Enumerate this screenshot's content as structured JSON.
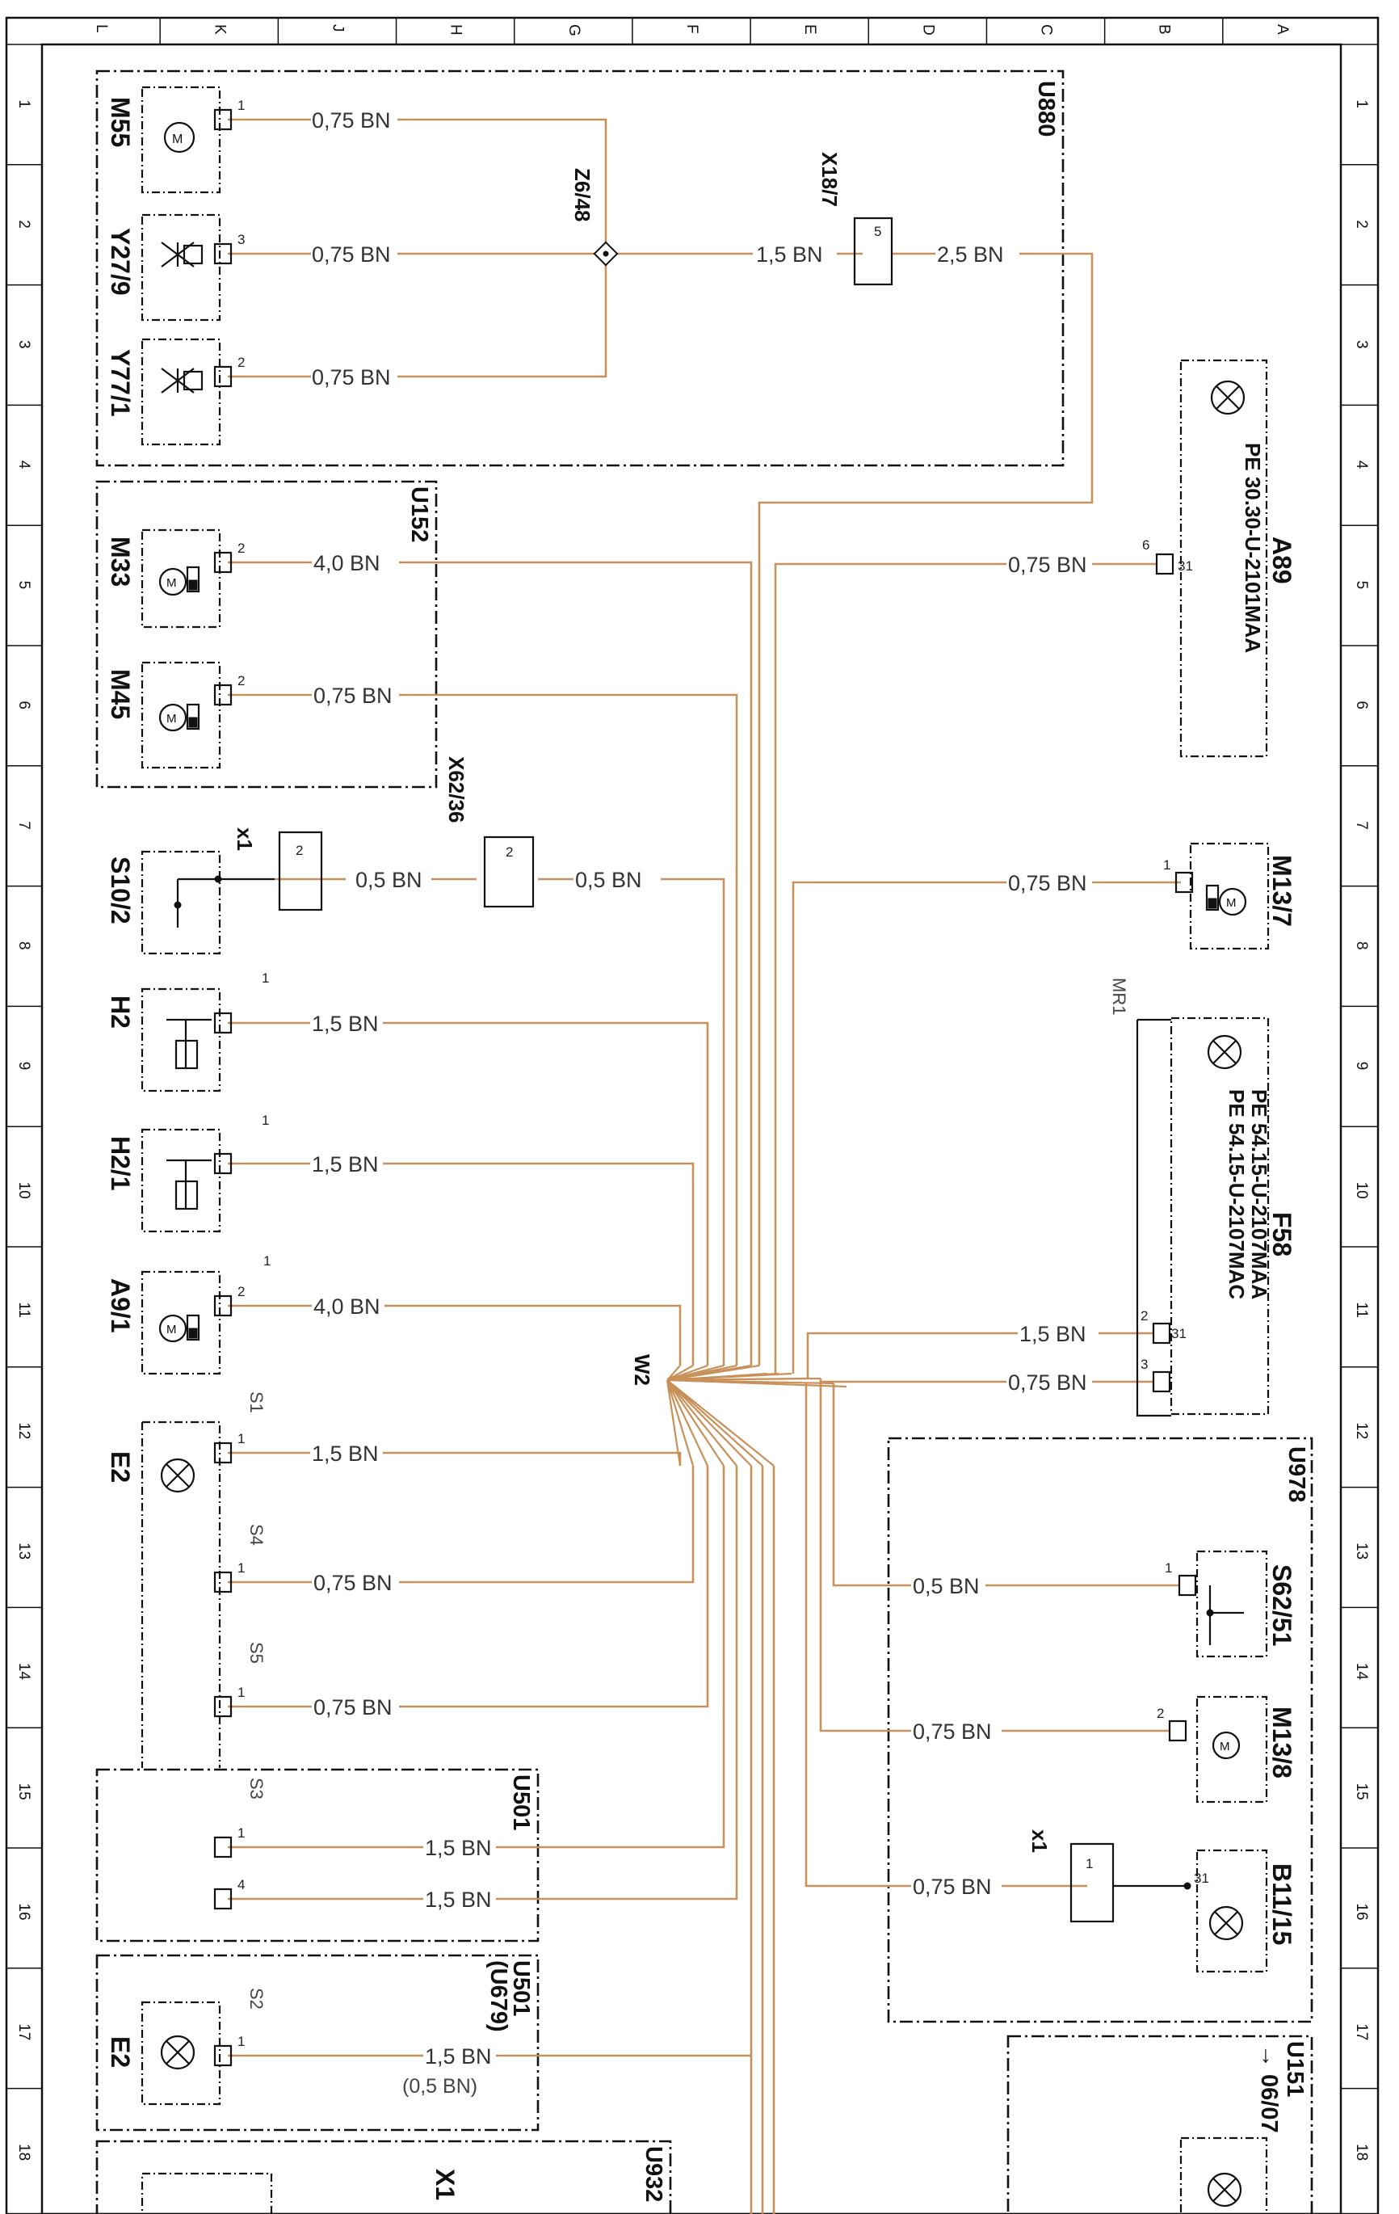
{
  "sheet": {
    "columns": [
      "L",
      "K",
      "J",
      "H",
      "G",
      "F",
      "E",
      "D",
      "C",
      "B",
      "A"
    ],
    "rows": [
      "1",
      "2",
      "3",
      "4",
      "5",
      "6",
      "7",
      "8",
      "9",
      "10",
      "11",
      "12",
      "13",
      "14",
      "15",
      "16",
      "17",
      "18"
    ]
  },
  "boxes": {
    "u880": "U880",
    "u152": "U152",
    "u978": "U978",
    "u501_a": "U501",
    "u501_b": "U501",
    "u501_b_alt": "(U679)",
    "u932": "U932",
    "u151": "U151",
    "u151_ref": "→ 06/07"
  },
  "components": {
    "m55": "M55",
    "y27_9": "Y27/9",
    "y77_1": "Y77/1",
    "m33": "M33",
    "m45": "M45",
    "s10_2": "S10/2",
    "h2": "H2",
    "h2_1": "H2/1",
    "a9_1": "A9/1",
    "e2_a": "E2",
    "e2_b": "E2",
    "x1_bottom": "X1",
    "a89": "A89",
    "a89_code": "PE  30.30-U-2101MAA",
    "m13_7": "M13/7",
    "f58": "F58",
    "f58_code1": "PE  54.15-U-2107MAA",
    "f58_code2": "PE  54.15-U-2107MAC",
    "s62_51": "S62/51",
    "m13_8": "M13/8",
    "b11_15": "B11/15"
  },
  "connectors": {
    "z6_48": "Z6/48",
    "x18_7": "X18/7",
    "x62_36": "X62/36",
    "x1_left": "x1",
    "x1_right": "x1",
    "w2": "W2",
    "mr1": "MR1"
  },
  "switch_labels": {
    "s1": "S1",
    "s2": "S2",
    "s3": "S3",
    "s4": "S4",
    "s5": "S5"
  },
  "pins": {
    "m55": "1",
    "y27_9": "3",
    "y77_1": "2",
    "x18_7": "5",
    "m33": "2",
    "m45": "2",
    "x1_left": "2",
    "x62_36": "2",
    "h2": "1",
    "h2_1": "1",
    "a9_1_outer": "1",
    "a9_1_inner": "2",
    "e2_s1": "1",
    "s4": "1",
    "s5": "1",
    "s3_a": "1",
    "s3_b": "4",
    "e2_s2": "1",
    "a89_a": "6",
    "a89_b": "31",
    "m13_7": "1",
    "f58_a": "2",
    "f58_b": "31",
    "f58_c": "3",
    "s62_51": "1",
    "m13_8": "2",
    "x1_right": "1",
    "b11_15": "31"
  },
  "wires": {
    "m55": "0,75 BN",
    "y27_9": "0,75 BN",
    "y77_1": "0,75 BN",
    "z6_to_x18": "1,5 BN",
    "x18_out": "2,5 BN",
    "m33": "4,0 BN",
    "m45": "0,75 BN",
    "a89": "0,75 BN",
    "s10_2": "0,5 BN",
    "x62_36": "0,5 BN",
    "m13_7": "0,75 BN",
    "h2": "1,5 BN",
    "h2_1": "1,5 BN",
    "a9_1": "4,0 BN",
    "f58_a": "1,5 BN",
    "f58_b": "0,75 BN",
    "e2_s1": "1,5 BN",
    "s4": "0,75 BN",
    "s62_51": "0,5 BN",
    "s5": "0,75 BN",
    "m13_8": "0,75 BN",
    "s3_a": "1,5 BN",
    "s3_b": "1,5 BN",
    "b11_15": "0,75 BN",
    "e2_s2": "1,5 BN",
    "e2_s2_alt": "(0,5 BN)"
  },
  "colors": {
    "wire": "#c8915a",
    "ink": "#111111",
    "background": "#ffffff"
  }
}
